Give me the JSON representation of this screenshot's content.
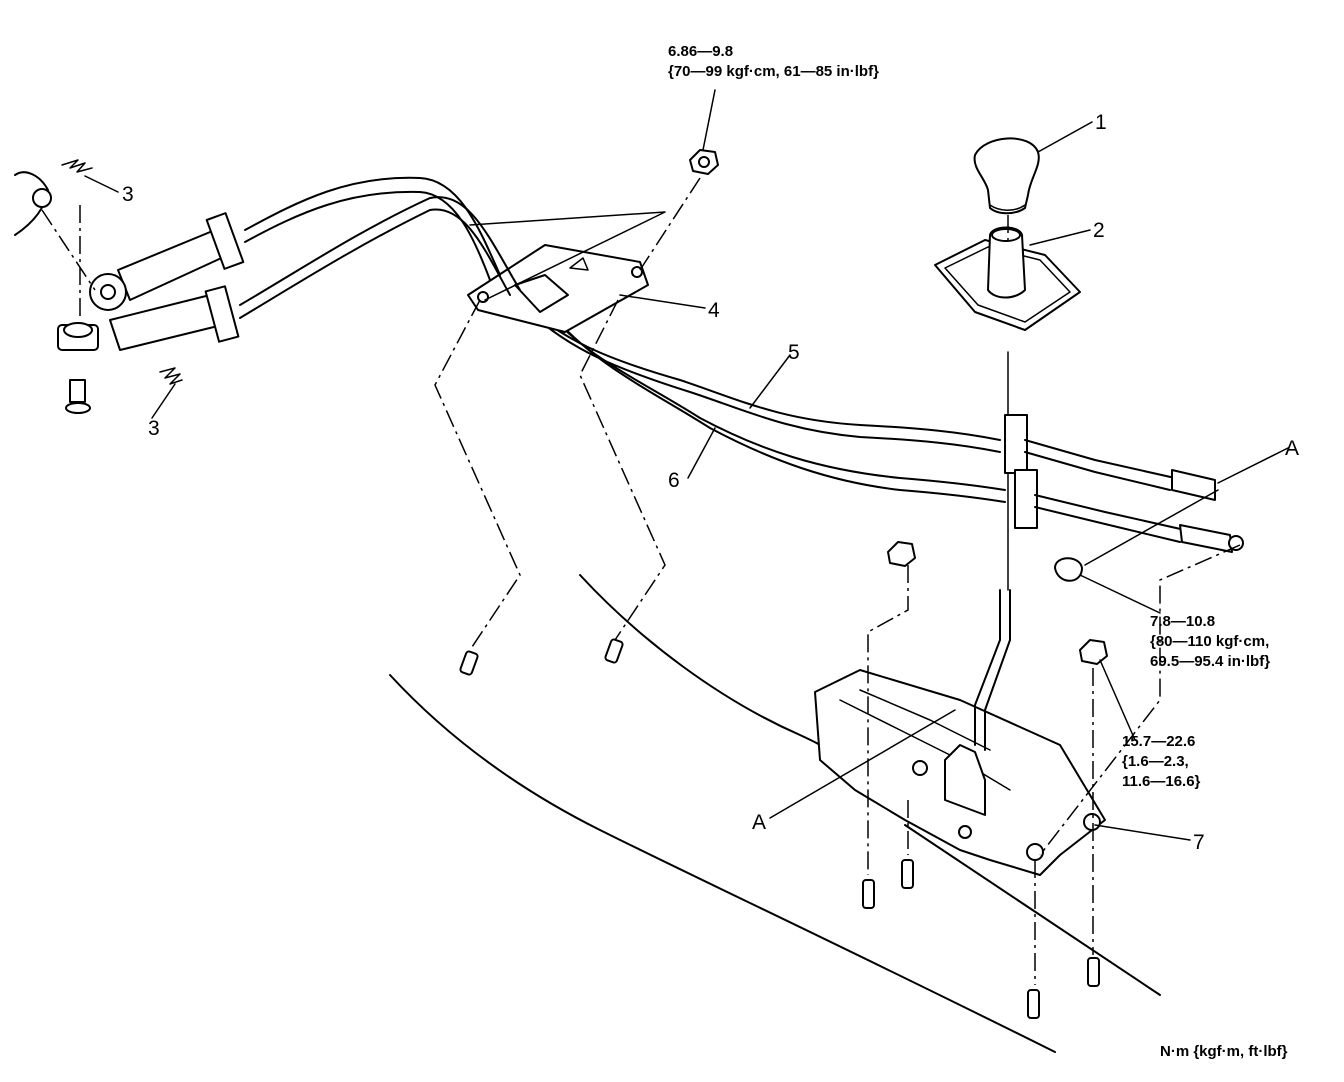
{
  "callouts": {
    "part1": "1",
    "part2": "2",
    "part3_upper": "3",
    "part3_lower": "3",
    "part4": "4",
    "part5": "5",
    "part6": "6",
    "part7": "7",
    "ref_a_upper": "A",
    "ref_a_lower": "A"
  },
  "torque_specs": {
    "bracket_nut": {
      "line1": "6.86—9.8",
      "line2": "{70—99 kgf·cm, 61—85 in·lbf}"
    },
    "cable_nut": {
      "line1": "7.8—10.8",
      "line2": "{80—110 kgf·cm,",
      "line3": "69.5—95.4 in·lbf}"
    },
    "shifter_nut": {
      "line1": "15.7—22.6",
      "line2": "{1.6—2.3,",
      "line3": "11.6—16.6}"
    }
  },
  "units_note": "N·m {kgf·m,  ft·lbf}"
}
